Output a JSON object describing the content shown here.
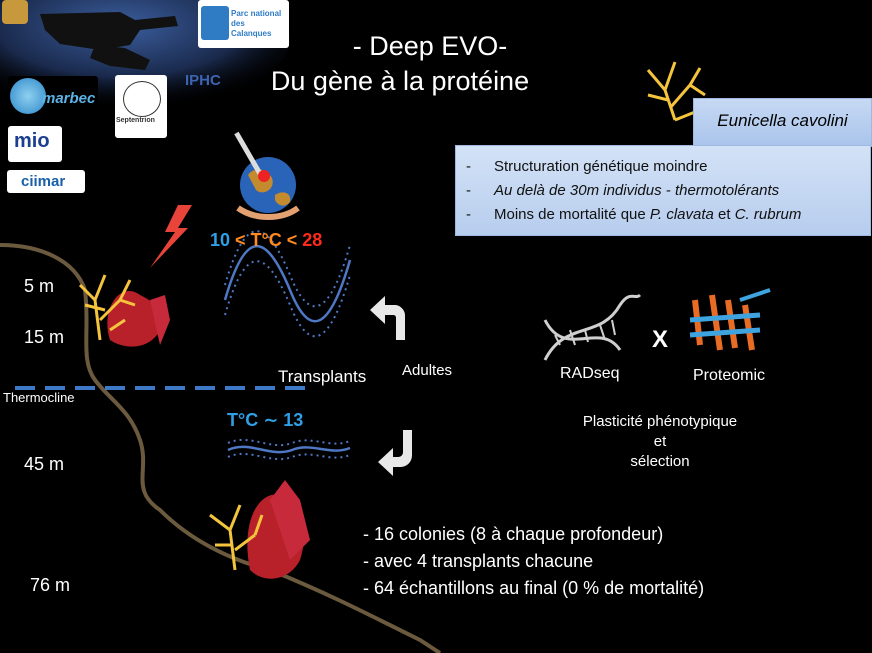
{
  "title": {
    "line1": "- Deep EVO-",
    "line2": "Du gène à la protéine"
  },
  "logos": {
    "parc": "Parc national des Calanques",
    "marbec": "marbec",
    "sextentrion": "Septentrion",
    "iphc": "IPHC",
    "mio": "mio",
    "ciimar": "ciimar"
  },
  "species": {
    "name": "Eunicella cavolini"
  },
  "features": [
    {
      "dash": "-",
      "text": "Structuration génétique moindre"
    },
    {
      "dash": "-",
      "text": "Au delà de 30m individus - thermotolérants"
    },
    {
      "dash": "-",
      "text_a": "Moins de mortalité que ",
      "text_b": "P. clavata",
      "text_c": " et ",
      "text_d": "C. rubrum"
    }
  ],
  "temperature": {
    "warm_low": "10",
    "warm_mid": " < T°C < ",
    "warm_high": "28",
    "cold": "T°C ∼ 13"
  },
  "depths": [
    "5 m",
    "15 m",
    "45 m",
    "76 m"
  ],
  "thermocline": "Thermocline",
  "labels": {
    "transplants": "Transplants",
    "adultes": "Adultes",
    "radseq": "RADseq",
    "x": "X",
    "proteomic": "Proteomic"
  },
  "plasticity": {
    "line1": "Plasticité phénotypique",
    "line2": "et",
    "line3": "sélection"
  },
  "bullets": [
    "- 16 colonies (8 à chaque profondeur)",
    "- avec 4 transplants chacune",
    "- 64 échantillons au final (0 % de mortalité)"
  ],
  "colors": {
    "warm_low": "#2f9fe6",
    "warm_mid": "#ff8a1f",
    "warm_high": "#ff2a1a",
    "cold": "#2f9fe6"
  }
}
